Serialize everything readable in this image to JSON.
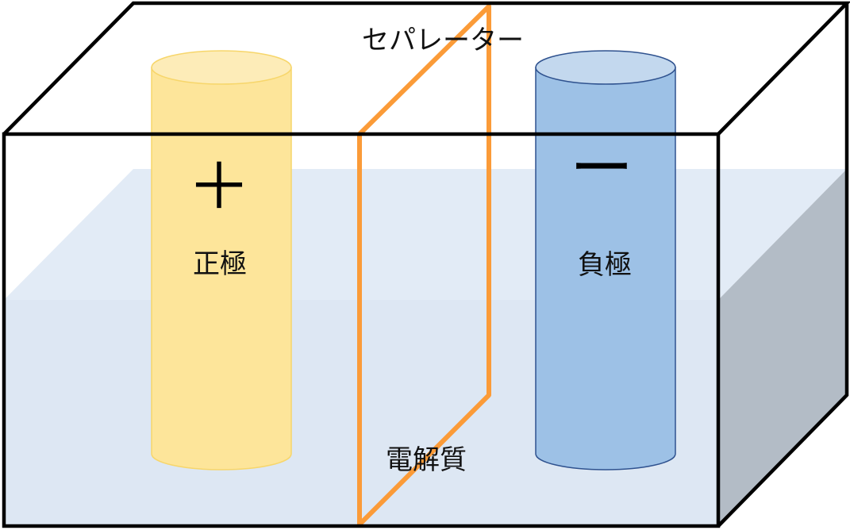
{
  "diagram": {
    "separator_label": "セパレーター",
    "positive_sign": "＋",
    "positive_label": "正極",
    "negative_sign": "ー",
    "negative_label": "負極",
    "electrolyte_label": "電解質"
  },
  "colors": {
    "electrolyte_front": "#dde7f3",
    "electrolyte_top": "#e2ebf6",
    "electrolyte_side": "#b3bcc6",
    "positive_body": "#fde59a",
    "positive_top": "#fdecb8",
    "positive_edge": "#f7d66b",
    "negative_body": "#9dc1e6",
    "negative_top": "#c3d8ee",
    "negative_edge": "#2f528f",
    "separator": "#fb9b38",
    "box_outline": "#000000"
  }
}
